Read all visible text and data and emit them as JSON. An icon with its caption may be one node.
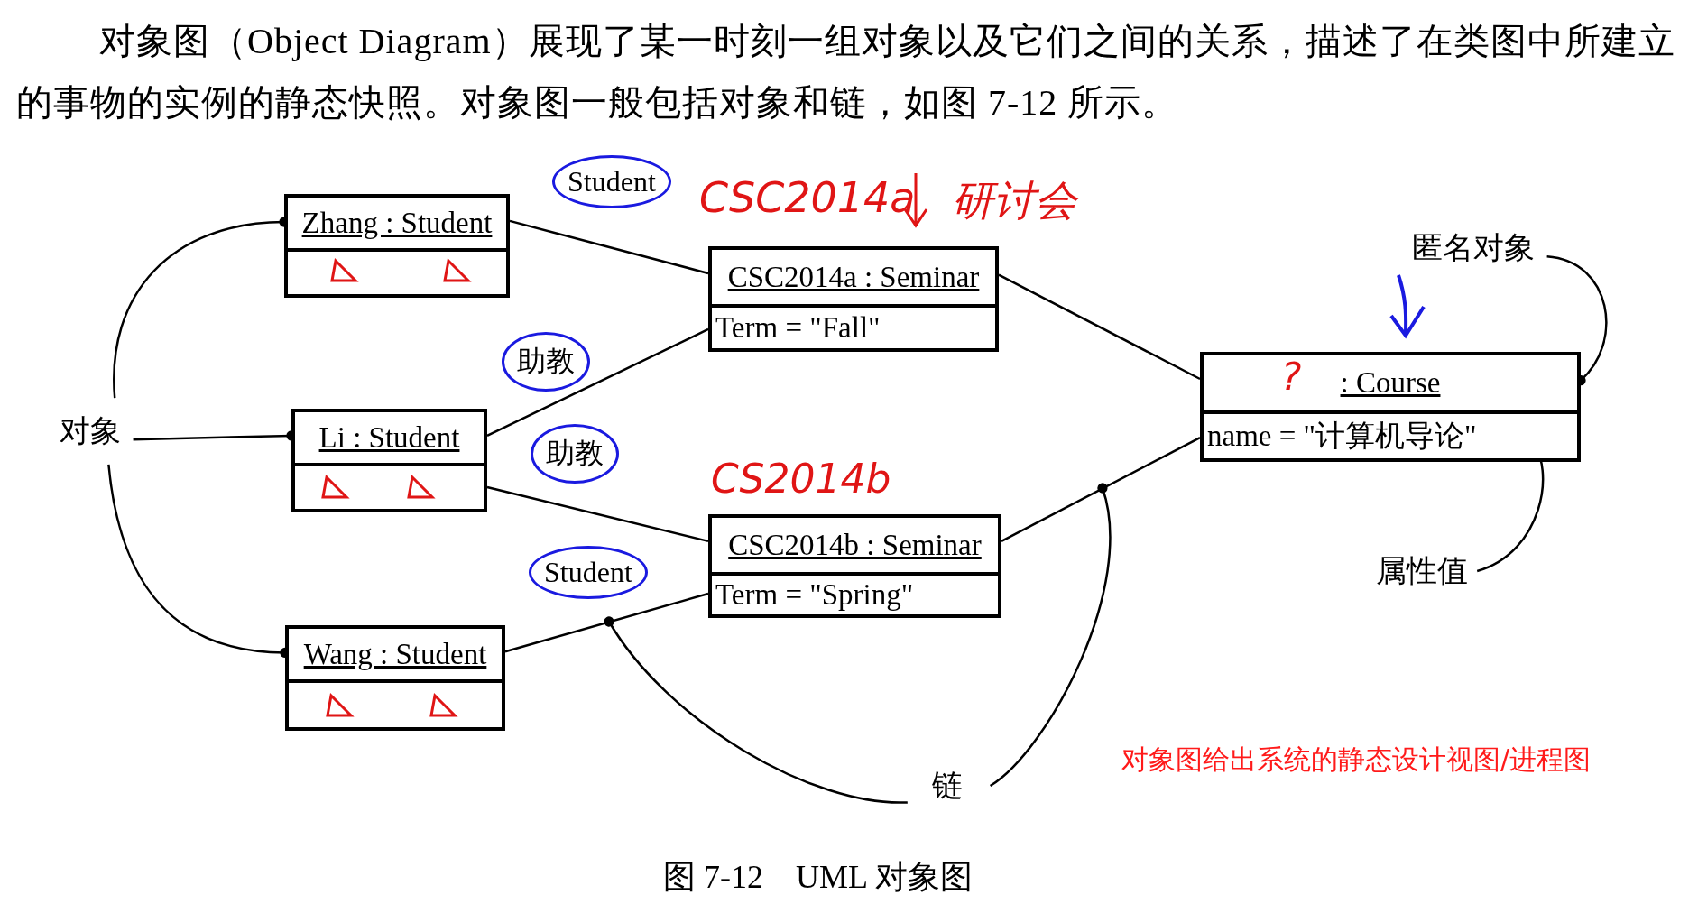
{
  "diagram": {
    "caption": "图 7-12　UML 对象图",
    "nodes": [
      {
        "text": [
          "Zhang : Student"
        ]
      },
      {
        "text": [
          "CSC2014a : Seminar",
          "Term = \"Fall\""
        ]
      },
      {
        "text": [
          "Li : Student"
        ]
      },
      {
        "text": [
          "CSC2014b : Seminar",
          "Term = \"Spring\""
        ]
      },
      {
        "text": [
          "Wang : Student"
        ]
      },
      {
        "text": [
          ": Course",
          "name = \"计算机导论\""
        ]
      },
      {
        "text": [
          "对象"
        ]
      },
      {
        "text": [
          "匿名对象"
        ]
      },
      {
        "text": [
          "属性值"
        ]
      },
      {
        "text": [
          "链"
        ]
      }
    ],
    "edges": [
      {
        "from": 0,
        "to": 1,
        "arrow": "none",
        "label": "Student"
      },
      {
        "from": 2,
        "to": 1,
        "arrow": "none",
        "label": "助教"
      },
      {
        "from": 2,
        "to": 3,
        "arrow": "none",
        "label": "助教"
      },
      {
        "from": 4,
        "to": 3,
        "arrow": "none",
        "label": "Student"
      },
      {
        "from": 1,
        "to": 5,
        "arrow": "none"
      },
      {
        "from": 3,
        "to": 5,
        "arrow": "none"
      },
      {
        "from": 6,
        "to": 0,
        "arrow": "other"
      },
      {
        "from": 6,
        "to": 2,
        "arrow": "other"
      },
      {
        "from": 6,
        "to": 4,
        "arrow": "other"
      },
      {
        "from": 7,
        "to": 5,
        "arrow": "other"
      },
      {
        "from": 8,
        "to": 5,
        "arrow": "other"
      },
      {
        "from": 9,
        "to": null,
        "arrow": "other"
      },
      {
        "from": 9,
        "to": null,
        "arrow": "other"
      }
    ],
    "labels": [
      "对象图（Object Diagram）展现了某一时刻一组对象以及它们之间的关系，描述了在类图中所建立的事物的实例的静态快照。对象图一般包括对象和链，如图 7-12 所示。",
      "CSC2014a",
      "研讨会",
      "CS2014b",
      "?",
      "对象图给出系统的静态设计视图/进程图"
    ]
  }
}
